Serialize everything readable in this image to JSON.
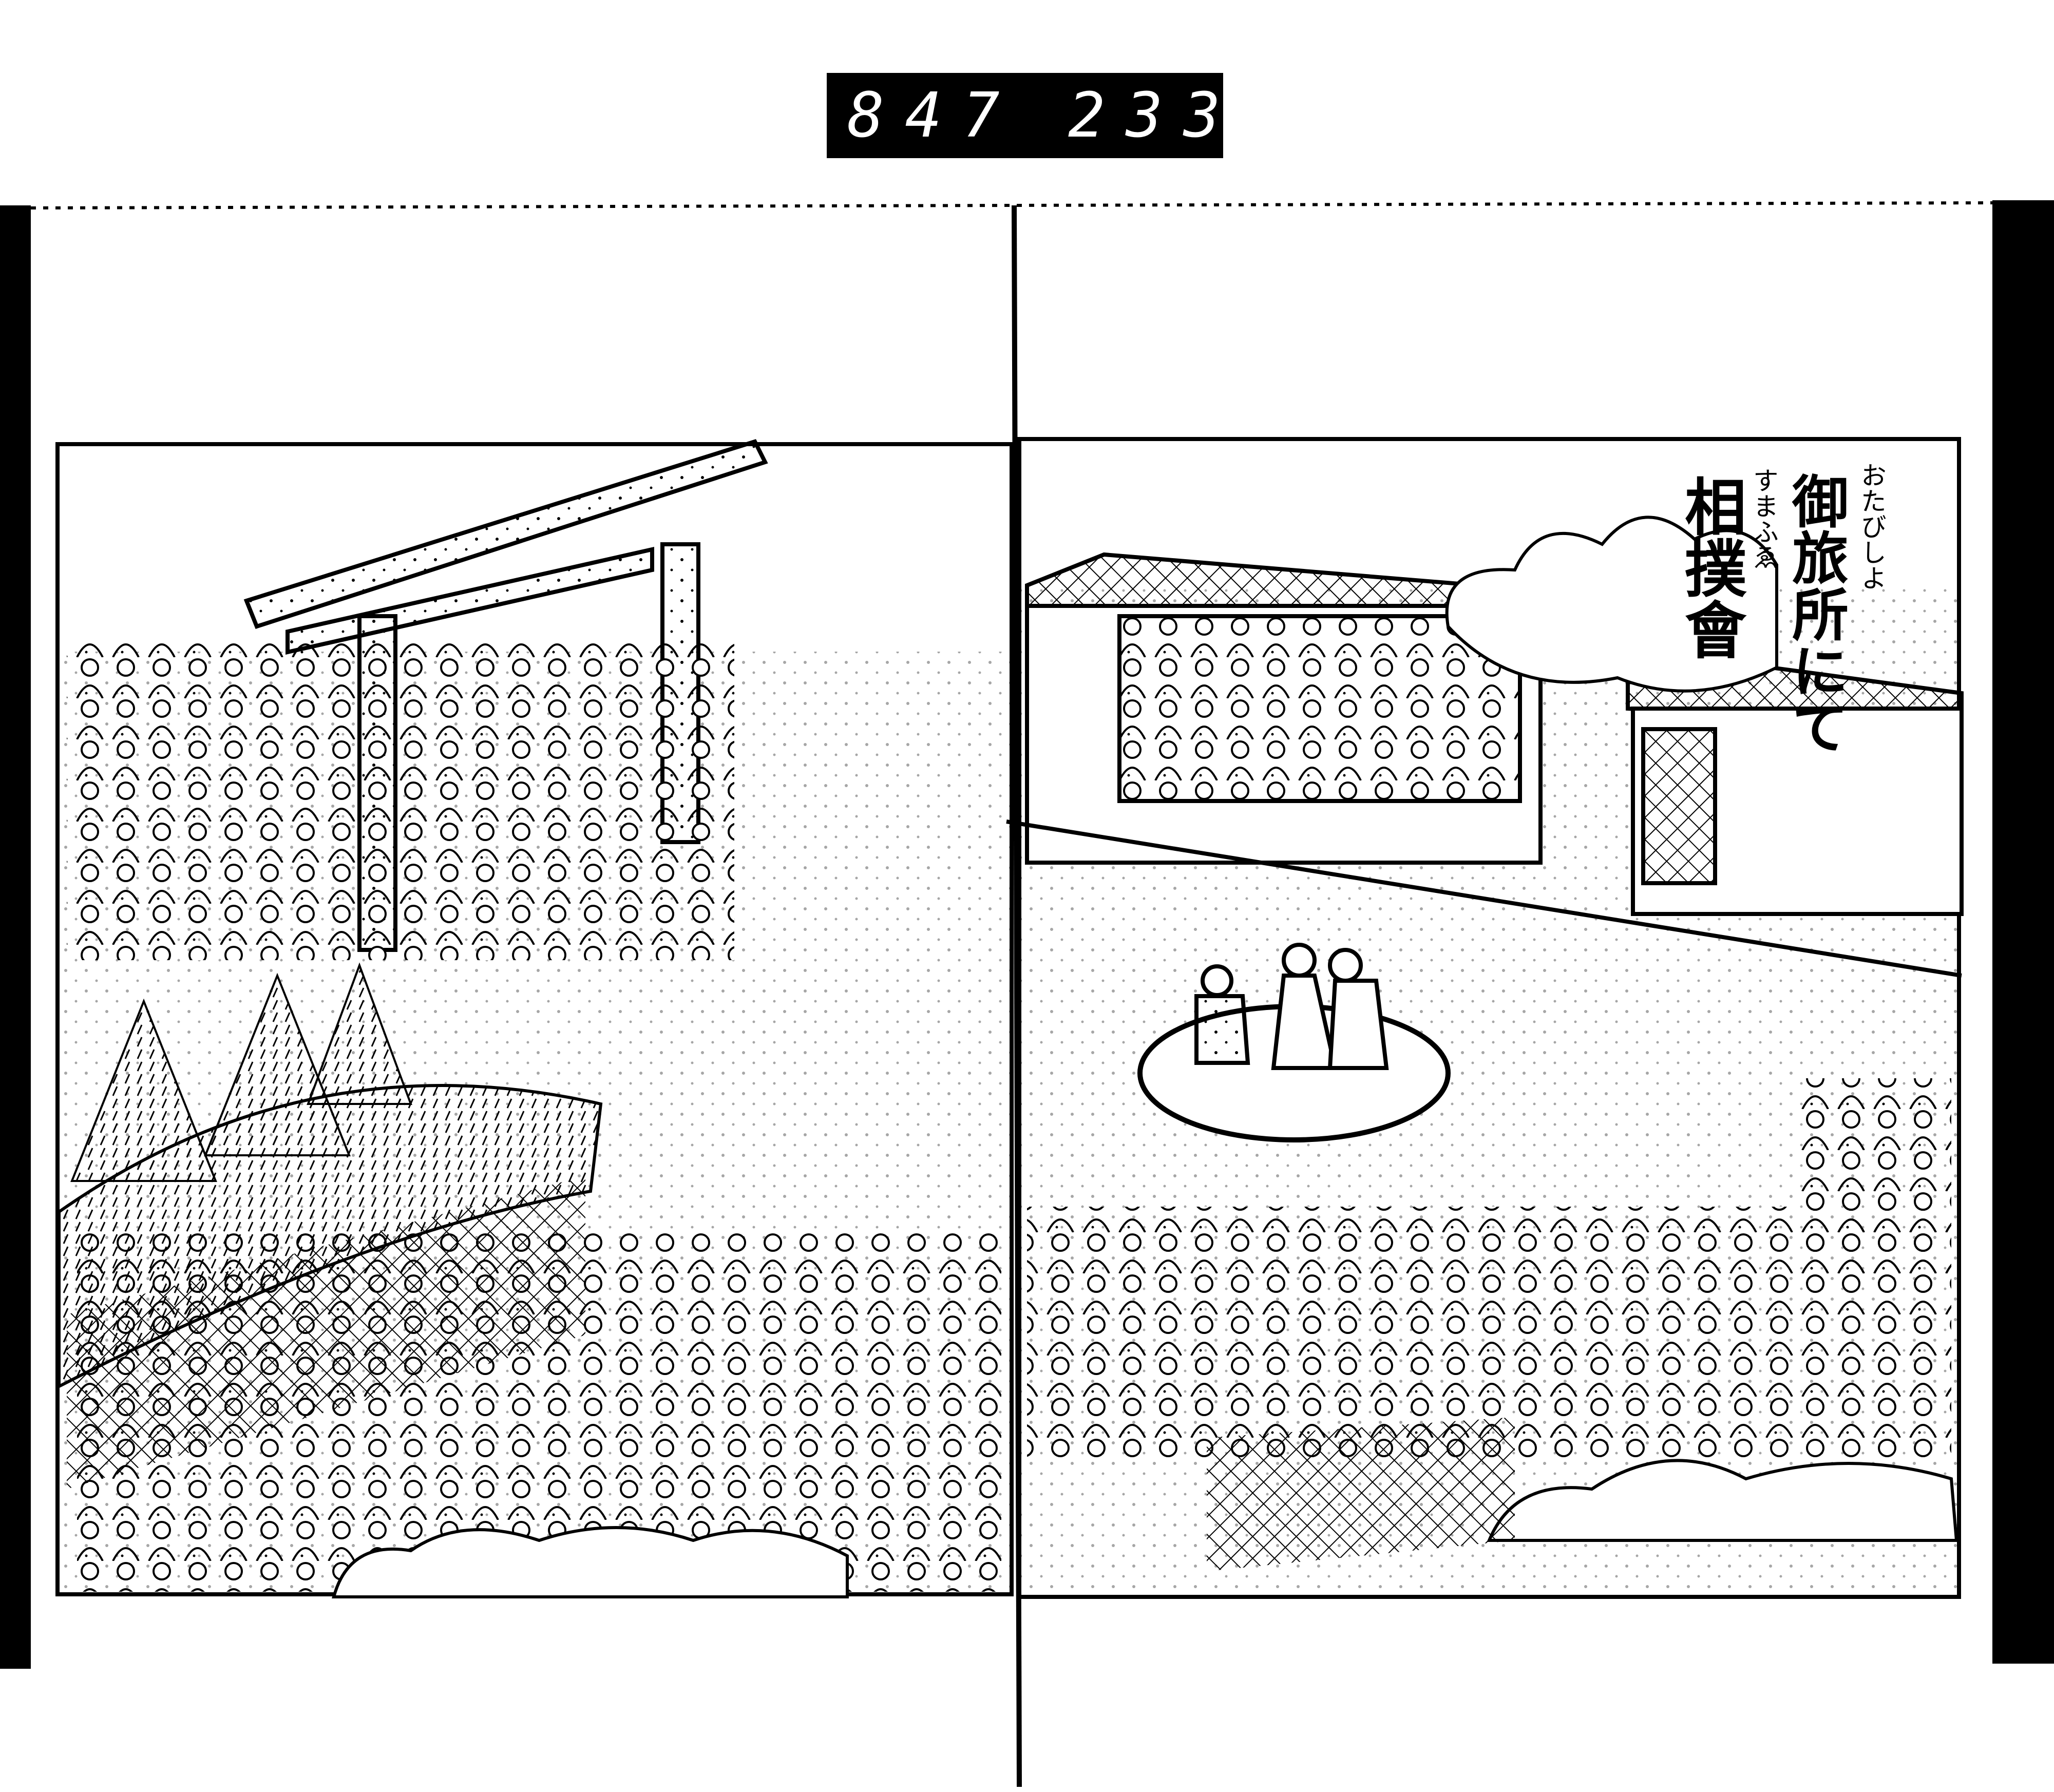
{
  "catalog_label": {
    "left_number": "847",
    "right_number": "233."
  },
  "illustration": {
    "title_line1": "御旅所にて",
    "title_line1_ruby": "おたびしよ",
    "title_line2": "相撲會",
    "title_line2_ruby": "すまふゑ"
  },
  "colors": {
    "ink": "#000000",
    "paper": "#ffffff"
  }
}
